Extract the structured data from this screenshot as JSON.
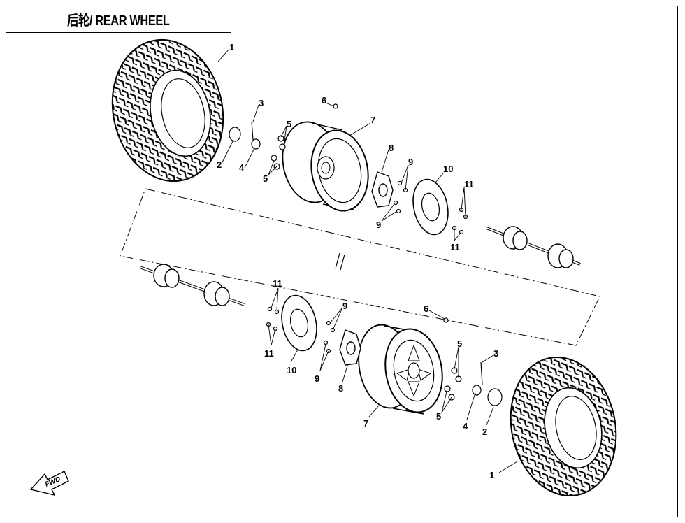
{
  "title": "后轮/ REAR WHEEL",
  "fwd_label": "FWD",
  "callouts": [
    "1",
    "2",
    "3",
    "4",
    "5",
    "6",
    "7",
    "8",
    "9",
    "10",
    "11"
  ]
}
